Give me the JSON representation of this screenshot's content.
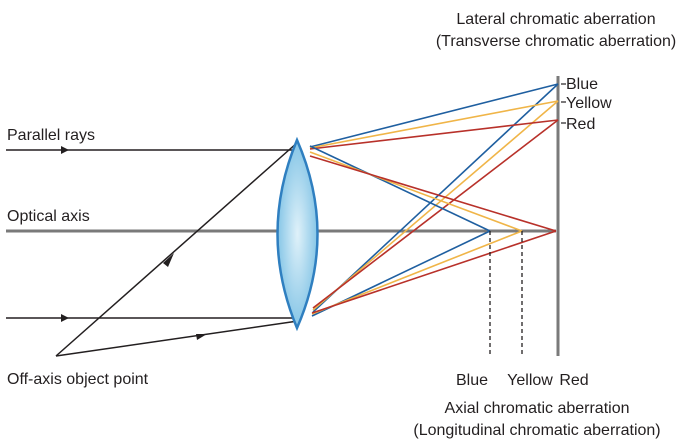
{
  "title_lateral": {
    "line1": "Lateral chromatic aberration",
    "line2": "(Transverse chromatic aberration)"
  },
  "title_axial": {
    "line1": "Axial chromatic aberration",
    "line2": "(Longitudinal chromatic aberration)"
  },
  "labels": {
    "parallel_rays": "Parallel rays",
    "optical_axis": "Optical axis",
    "off_axis_point": "Off-axis object point"
  },
  "screen_labels": {
    "blue": "Blue",
    "yellow": "Yellow",
    "red": "Red"
  },
  "axial_labels": {
    "blue": "Blue",
    "yellow": "Yellow",
    "red": "Red"
  },
  "colors": {
    "blue": "#1f5fa0",
    "yellow": "#f0b548",
    "red": "#b8312a",
    "axis": "#7a7a7a",
    "lens_edge": "#2f7fc0",
    "lens_fill_center": "#dff1f9",
    "lens_fill_edge": "#74bde3",
    "text": "#231f20"
  }
}
